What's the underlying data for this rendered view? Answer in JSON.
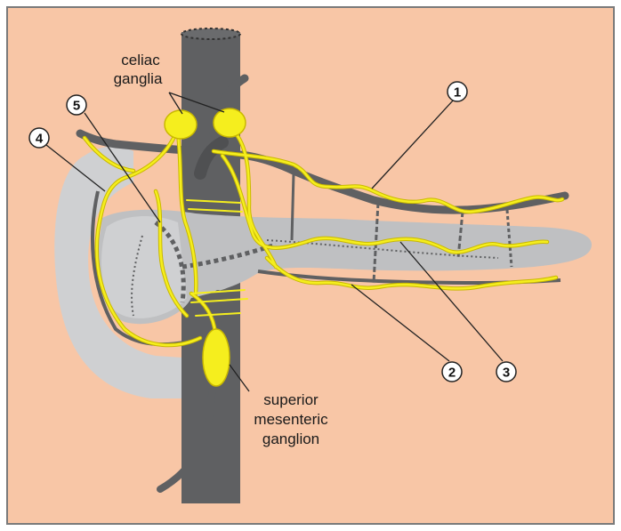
{
  "colors": {
    "background": "#f8c6a6",
    "frame": "#7a7a7a",
    "vessel": "#5f6062",
    "organ": "#cfd0d2",
    "organ_dark": "#bfc0c2",
    "nerve": "#f5ee1e",
    "nerve_outline": "#c9b800",
    "text": "#1a1a1a"
  },
  "labels": {
    "celiac_line1": "celiac",
    "celiac_line2": "ganglia",
    "sm_line1": "superior",
    "sm_line2": "mesenteric",
    "sm_line3": "ganglion"
  },
  "callouts": [
    "1",
    "2",
    "3",
    "4",
    "5"
  ]
}
